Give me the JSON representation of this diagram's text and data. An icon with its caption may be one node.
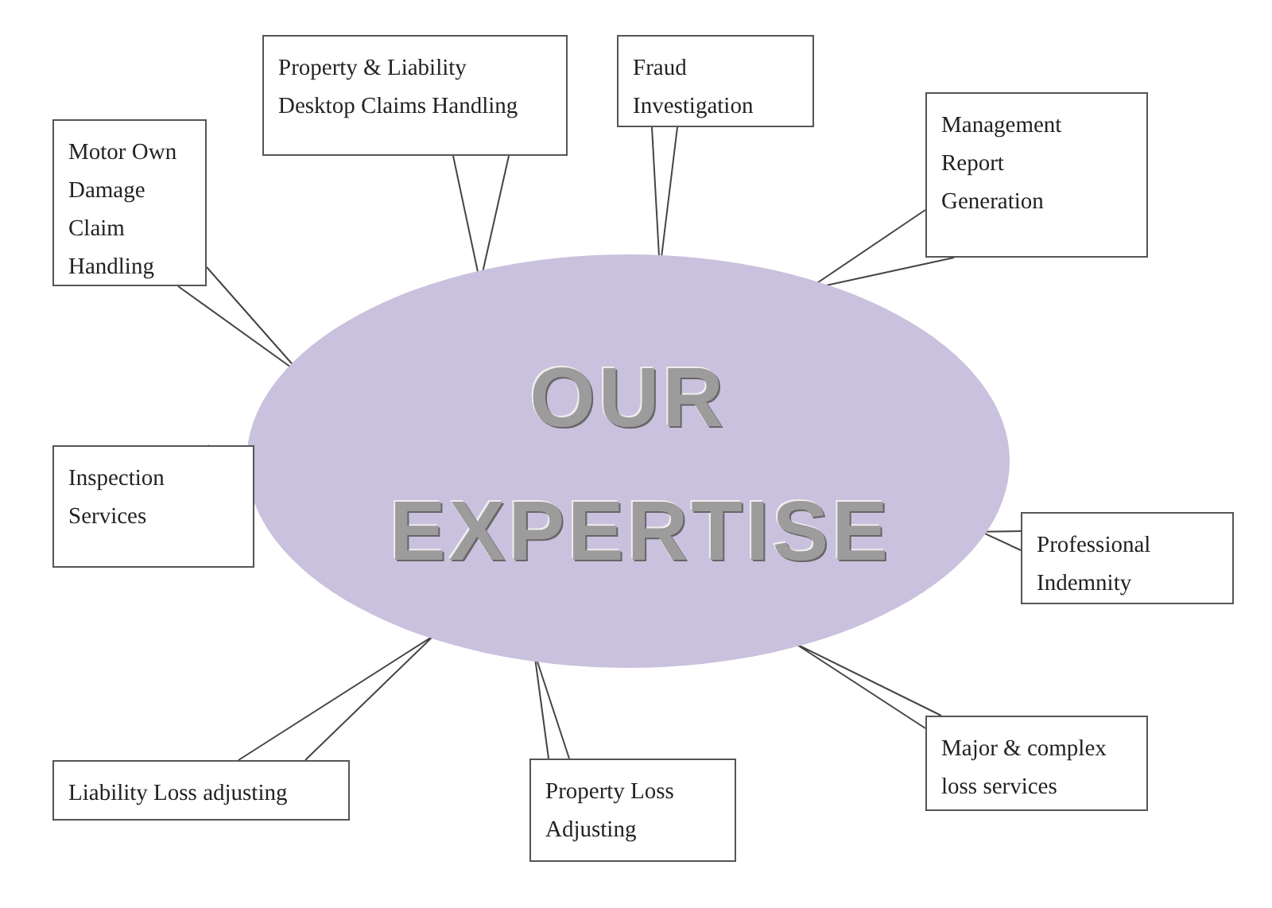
{
  "diagram": {
    "nodes": [
      {
        "text": [
          "OUR EXPERTISE"
        ]
      },
      {
        "text": [
          "Motor Own Damage Claim Handling"
        ]
      },
      {
        "text": [
          "Property & Liability Desktop Claims Handling"
        ]
      },
      {
        "text": [
          "Fraud Investigation"
        ]
      },
      {
        "text": [
          "Management Report Generation"
        ]
      },
      {
        "text": [
          "Inspection Services"
        ]
      },
      {
        "text": [
          "Professional Indemnity"
        ]
      },
      {
        "text": [
          "Liability Loss adjusting"
        ]
      },
      {
        "text": [
          "Property Loss Adjusting"
        ]
      },
      {
        "text": [
          "Major & complex loss services"
        ]
      }
    ],
    "edges": [
      {
        "from": 1,
        "to": 0,
        "arrow": "none"
      },
      {
        "from": 2,
        "to": 0,
        "arrow": "none"
      },
      {
        "from": 3,
        "to": 0,
        "arrow": "none"
      },
      {
        "from": 4,
        "to": 0,
        "arrow": "none"
      },
      {
        "from": 5,
        "to": 0,
        "arrow": "none"
      },
      {
        "from": 6,
        "to": 0,
        "arrow": "none"
      },
      {
        "from": 7,
        "to": 0,
        "arrow": "none"
      },
      {
        "from": 8,
        "to": 0,
        "arrow": "none"
      },
      {
        "from": 9,
        "to": 0,
        "arrow": "none"
      }
    ]
  }
}
